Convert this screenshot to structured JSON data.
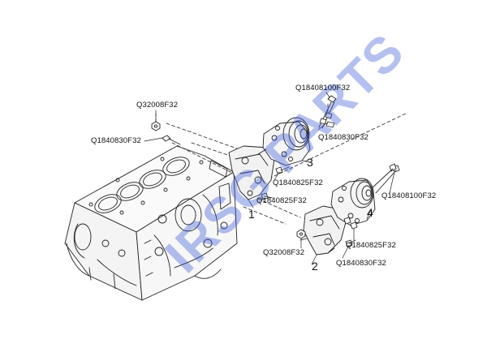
{
  "labels": {
    "q32008_top": "Q32008F32",
    "q1840830_left": "Q1840830F32",
    "q18408100_top": "Q18408100F32",
    "q1840830_pump": "Q1840830F32",
    "q1840825_upper_a": "Q1840825F32",
    "q1840825_upper_b": "Q1840825F32",
    "q18408100_right": "Q18408100F32",
    "q1840825_lower": "Q1840825F32",
    "q32008_bottom": "Q32008F32",
    "q1840830_bottom": "Q1840830F32"
  },
  "callouts": {
    "one": "1",
    "two": "2",
    "three": "3",
    "four": "4"
  },
  "watermark": "IRSG PARTS",
  "colors": {
    "line": "#222222",
    "watermark": "#3a5bd9"
  }
}
